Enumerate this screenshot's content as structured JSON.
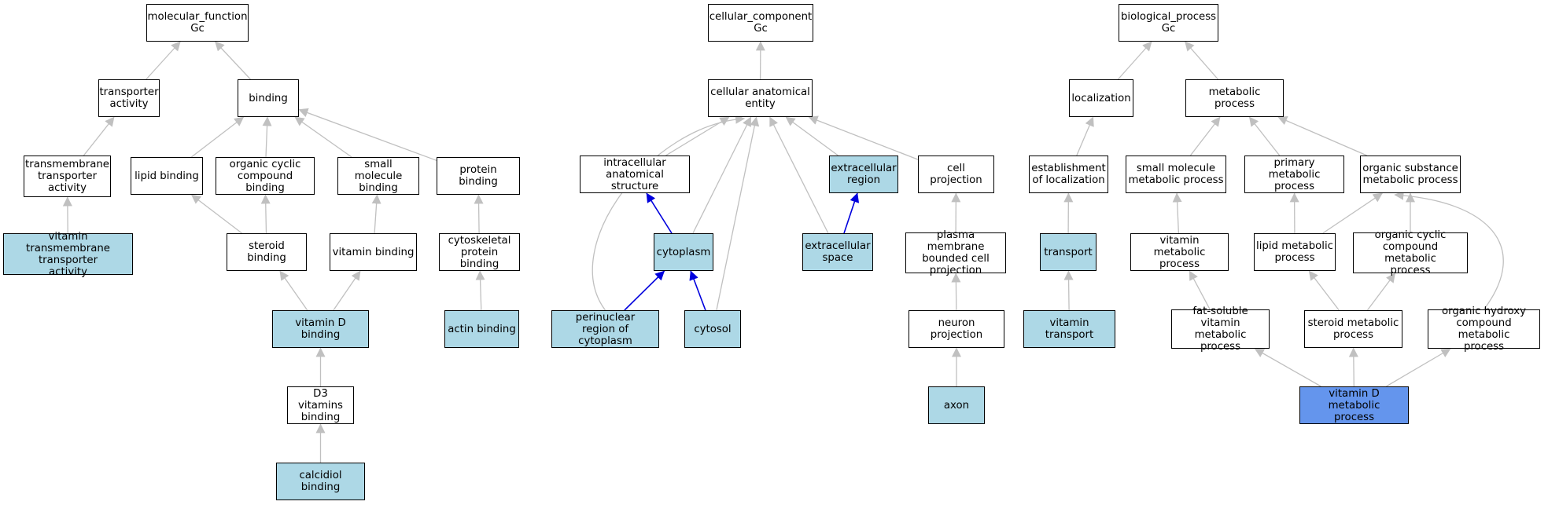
{
  "colors": {
    "default_fill": "#ffffff",
    "highlight_fill": "#add8e6",
    "focus_fill": "#6495ed",
    "edge_gray": "#c0c0c0",
    "edge_blue": "#0000dd"
  },
  "diagram": {
    "nodes": [
      {
        "id": "mf",
        "label": "molecular_function\nGc",
        "fill": "default"
      },
      {
        "id": "transporter_activity",
        "label": "transporter\nactivity",
        "fill": "default"
      },
      {
        "id": "binding",
        "label": "binding",
        "fill": "default"
      },
      {
        "id": "transmembrane_transporter",
        "label": "transmembrane\ntransporter\nactivity",
        "fill": "default"
      },
      {
        "id": "lipid_binding",
        "label": "lipid binding",
        "fill": "default"
      },
      {
        "id": "organic_cyclic_binding",
        "label": "organic cyclic\ncompound binding",
        "fill": "default"
      },
      {
        "id": "small_molecule_binding",
        "label": "small molecule\nbinding",
        "fill": "default"
      },
      {
        "id": "protein_binding",
        "label": "protein binding",
        "fill": "default"
      },
      {
        "id": "vit_transmembrane",
        "label": "vitamin transmembrane\ntransporter\nactivity",
        "fill": "highlight"
      },
      {
        "id": "steroid_binding",
        "label": "steroid binding",
        "fill": "default"
      },
      {
        "id": "vitamin_binding",
        "label": "vitamin binding",
        "fill": "default"
      },
      {
        "id": "cytoskeletal_binding",
        "label": "cytoskeletal\nprotein binding",
        "fill": "default"
      },
      {
        "id": "vitD_binding",
        "label": "vitamin D binding",
        "fill": "highlight"
      },
      {
        "id": "actin_binding",
        "label": "actin binding",
        "fill": "highlight"
      },
      {
        "id": "d3_binding",
        "label": "D3 vitamins\nbinding",
        "fill": "default"
      },
      {
        "id": "calcidiol_binding",
        "label": "calcidiol binding",
        "fill": "highlight"
      },
      {
        "id": "cc",
        "label": "cellular_component\nGc",
        "fill": "default"
      },
      {
        "id": "cae",
        "label": "cellular anatomical\nentity",
        "fill": "default"
      },
      {
        "id": "intracellular",
        "label": "intracellular\nanatomical structure",
        "fill": "default"
      },
      {
        "id": "extracellular_region",
        "label": "extracellular\nregion",
        "fill": "highlight"
      },
      {
        "id": "cell_projection",
        "label": "cell projection",
        "fill": "default"
      },
      {
        "id": "cytoplasm",
        "label": "cytoplasm",
        "fill": "highlight"
      },
      {
        "id": "extracellular_space",
        "label": "extracellular\nspace",
        "fill": "highlight"
      },
      {
        "id": "pm_projection",
        "label": "plasma membrane\nbounded cell\nprojection",
        "fill": "default"
      },
      {
        "id": "perinuclear",
        "label": "perinuclear\nregion of cytoplasm",
        "fill": "highlight"
      },
      {
        "id": "cytosol",
        "label": "cytosol",
        "fill": "highlight"
      },
      {
        "id": "neuron_projection",
        "label": "neuron projection",
        "fill": "default"
      },
      {
        "id": "axon",
        "label": "axon",
        "fill": "highlight"
      },
      {
        "id": "bp",
        "label": "biological_process\nGc",
        "fill": "default"
      },
      {
        "id": "localization",
        "label": "localization",
        "fill": "default"
      },
      {
        "id": "metabolic_process",
        "label": "metabolic process",
        "fill": "default"
      },
      {
        "id": "est_localization",
        "label": "establishment\nof localization",
        "fill": "default"
      },
      {
        "id": "small_mol_metabolic",
        "label": "small molecule\nmetabolic process",
        "fill": "default"
      },
      {
        "id": "primary_metabolic",
        "label": "primary metabolic\nprocess",
        "fill": "default"
      },
      {
        "id": "organic_substance_metabolic",
        "label": "organic substance\nmetabolic process",
        "fill": "default"
      },
      {
        "id": "transport",
        "label": "transport",
        "fill": "highlight"
      },
      {
        "id": "vitamin_metabolic",
        "label": "vitamin metabolic\nprocess",
        "fill": "default"
      },
      {
        "id": "lipid_metabolic",
        "label": "lipid metabolic\nprocess",
        "fill": "default"
      },
      {
        "id": "organic_cyclic_metabolic",
        "label": "organic cyclic\ncompound metabolic\nprocess",
        "fill": "default"
      },
      {
        "id": "vitamin_transport",
        "label": "vitamin transport",
        "fill": "highlight"
      },
      {
        "id": "fat_soluble",
        "label": "fat-soluble\nvitamin metabolic\nprocess",
        "fill": "default"
      },
      {
        "id": "steroid_metabolic",
        "label": "steroid metabolic\nprocess",
        "fill": "default"
      },
      {
        "id": "organic_hydroxy",
        "label": "organic hydroxy\ncompound metabolic\nprocess",
        "fill": "default"
      },
      {
        "id": "vitD_metabolic",
        "label": "vitamin D metabolic\nprocess",
        "fill": "focus"
      }
    ],
    "edges": [
      {
        "from": "transporter_activity",
        "to": "mf",
        "color": "gray"
      },
      {
        "from": "binding",
        "to": "mf",
        "color": "gray"
      },
      {
        "from": "transmembrane_transporter",
        "to": "transporter_activity",
        "color": "gray"
      },
      {
        "from": "lipid_binding",
        "to": "binding",
        "color": "gray"
      },
      {
        "from": "organic_cyclic_binding",
        "to": "binding",
        "color": "gray"
      },
      {
        "from": "small_molecule_binding",
        "to": "binding",
        "color": "gray"
      },
      {
        "from": "protein_binding",
        "to": "binding",
        "color": "gray"
      },
      {
        "from": "vit_transmembrane",
        "to": "transmembrane_transporter",
        "color": "gray"
      },
      {
        "from": "steroid_binding",
        "to": "lipid_binding",
        "color": "gray"
      },
      {
        "from": "steroid_binding",
        "to": "organic_cyclic_binding",
        "color": "gray"
      },
      {
        "from": "vitamin_binding",
        "to": "small_molecule_binding",
        "color": "gray"
      },
      {
        "from": "cytoskeletal_binding",
        "to": "protein_binding",
        "color": "gray"
      },
      {
        "from": "vitD_binding",
        "to": "steroid_binding",
        "color": "gray"
      },
      {
        "from": "vitD_binding",
        "to": "vitamin_binding",
        "color": "gray"
      },
      {
        "from": "actin_binding",
        "to": "cytoskeletal_binding",
        "color": "gray"
      },
      {
        "from": "d3_binding",
        "to": "vitD_binding",
        "color": "gray"
      },
      {
        "from": "calcidiol_binding",
        "to": "d3_binding",
        "color": "gray"
      },
      {
        "from": "cae",
        "to": "cc",
        "color": "gray"
      },
      {
        "from": "intracellular",
        "to": "cae",
        "color": "gray"
      },
      {
        "from": "extracellular_region",
        "to": "cae",
        "color": "gray"
      },
      {
        "from": "cell_projection",
        "to": "cae",
        "color": "gray"
      },
      {
        "from": "cytoplasm",
        "to": "cae",
        "color": "gray"
      },
      {
        "from": "cytosol",
        "to": "cae",
        "color": "gray"
      },
      {
        "from": "extracellular_space",
        "to": "cae",
        "color": "gray"
      },
      {
        "from": "perinuclear",
        "to": "cae",
        "color": "gray",
        "curve": true
      },
      {
        "from": "cytoplasm",
        "to": "intracellular",
        "color": "blue"
      },
      {
        "from": "extracellular_space",
        "to": "extracellular_region",
        "color": "blue"
      },
      {
        "from": "perinuclear",
        "to": "cytoplasm",
        "color": "blue"
      },
      {
        "from": "cytosol",
        "to": "cytoplasm",
        "color": "blue"
      },
      {
        "from": "pm_projection",
        "to": "cell_projection",
        "color": "gray"
      },
      {
        "from": "neuron_projection",
        "to": "pm_projection",
        "color": "gray"
      },
      {
        "from": "axon",
        "to": "neuron_projection",
        "color": "gray"
      },
      {
        "from": "localization",
        "to": "bp",
        "color": "gray"
      },
      {
        "from": "metabolic_process",
        "to": "bp",
        "color": "gray"
      },
      {
        "from": "est_localization",
        "to": "localization",
        "color": "gray"
      },
      {
        "from": "small_mol_metabolic",
        "to": "metabolic_process",
        "color": "gray"
      },
      {
        "from": "primary_metabolic",
        "to": "metabolic_process",
        "color": "gray"
      },
      {
        "from": "organic_substance_metabolic",
        "to": "metabolic_process",
        "color": "gray"
      },
      {
        "from": "transport",
        "to": "est_localization",
        "color": "gray"
      },
      {
        "from": "vitamin_metabolic",
        "to": "small_mol_metabolic",
        "color": "gray"
      },
      {
        "from": "lipid_metabolic",
        "to": "primary_metabolic",
        "color": "gray"
      },
      {
        "from": "lipid_metabolic",
        "to": "organic_substance_metabolic",
        "color": "gray"
      },
      {
        "from": "organic_cyclic_metabolic",
        "to": "organic_substance_metabolic",
        "color": "gray"
      },
      {
        "from": "organic_hydroxy",
        "to": "organic_substance_metabolic",
        "color": "gray",
        "curve": true
      },
      {
        "from": "vitamin_transport",
        "to": "transport",
        "color": "gray"
      },
      {
        "from": "fat_soluble",
        "to": "vitamin_metabolic",
        "color": "gray"
      },
      {
        "from": "steroid_metabolic",
        "to": "lipid_metabolic",
        "color": "gray"
      },
      {
        "from": "steroid_metabolic",
        "to": "organic_cyclic_metabolic",
        "color": "gray"
      },
      {
        "from": "vitD_metabolic",
        "to": "fat_soluble",
        "color": "gray"
      },
      {
        "from": "vitD_metabolic",
        "to": "steroid_metabolic",
        "color": "gray"
      },
      {
        "from": "vitD_metabolic",
        "to": "organic_hydroxy",
        "color": "gray"
      }
    ]
  }
}
